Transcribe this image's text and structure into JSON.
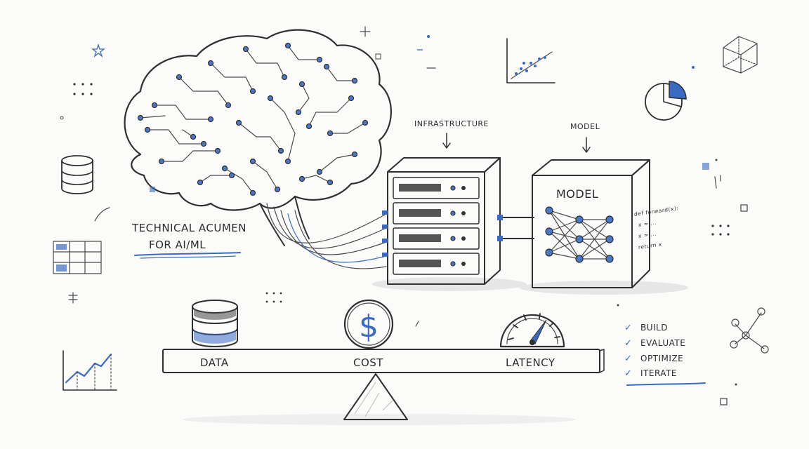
{
  "colors": {
    "accent": "#3a6bc2",
    "ink": "#2f2f2f",
    "background": "#fbfbfa"
  },
  "labels": {
    "technical_line1": "TECHNICAL ACUMEN",
    "technical_line2": "FOR AI/ML",
    "infrastructure": "INFRASTRUCTURE",
    "model_top": "MODEL",
    "model_box": "MODEL",
    "dollar": "$"
  },
  "code_lines": [
    "def forward(x):",
    "x = ...",
    "x = ...",
    "return x"
  ],
  "balance": {
    "left": "DATA",
    "center": "COST",
    "right": "LATENCY"
  },
  "checklist": [
    {
      "check": "✓",
      "text": "BUILD"
    },
    {
      "check": "✓",
      "text": "EVALUATE"
    },
    {
      "check": "✓",
      "text": "OPTIMIZE"
    },
    {
      "check": "✓",
      "text": "ITERATE"
    }
  ],
  "icons": [
    "brain-circuit-icon",
    "server-rack-icon",
    "neural-network-icon",
    "database-icon",
    "dollar-coin-icon",
    "gauge-icon",
    "seesaw-icon",
    "scatter-plot-icon",
    "pie-chart-icon",
    "cube-icon",
    "line-chart-icon",
    "grid-table-icon",
    "graph-nodes-icon"
  ]
}
